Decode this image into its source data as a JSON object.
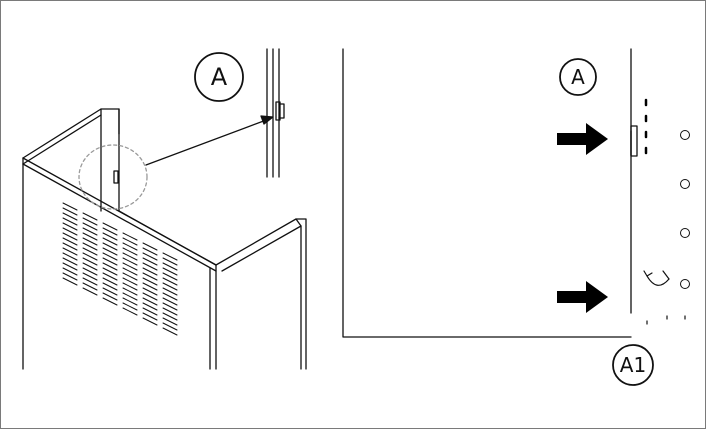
{
  "callouts": {
    "detail_label": "A",
    "right_top_label": "A",
    "right_bottom_label": "A1"
  },
  "colors": {
    "line": "#111111",
    "arrow": "#000000",
    "dashed": "#9a9a9a",
    "border": "#7a7a7a"
  },
  "icons": {
    "pointer_arrow": "right-arrow-icon",
    "hinge_marks": "circle-outline-icon"
  }
}
